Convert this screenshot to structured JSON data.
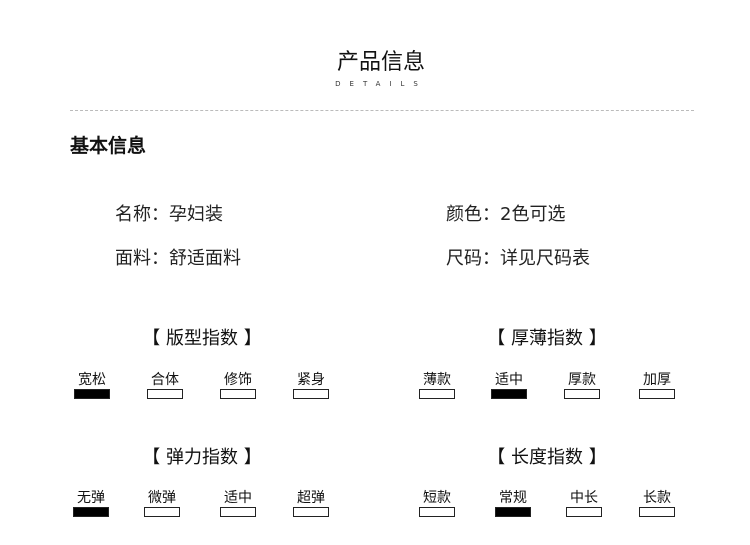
{
  "header": {
    "title": "产品信息",
    "subtitle": "DETAILS"
  },
  "section_title": "基本信息",
  "info": [
    {
      "text": "名称：孕妇装"
    },
    {
      "text": "颜色：2色可选"
    },
    {
      "text": "面料：舒适面料"
    },
    {
      "text": "尺码：详见尺码表"
    }
  ],
  "groups": [
    {
      "title": "【 版型指数 】",
      "options": [
        "宽松",
        "合体",
        "修饰",
        "紧身"
      ],
      "selected": 0
    },
    {
      "title": "【 厚薄指数 】",
      "options": [
        "薄款",
        "适中",
        "厚款",
        "加厚"
      ],
      "selected": 1
    },
    {
      "title": "【 弹力指数 】",
      "options": [
        "无弹",
        "微弹",
        "适中",
        "超弹"
      ],
      "selected": 0
    },
    {
      "title": "【 长度指数 】",
      "options": [
        "短款",
        "常规",
        "中长",
        "长款"
      ],
      "selected": 1
    }
  ]
}
